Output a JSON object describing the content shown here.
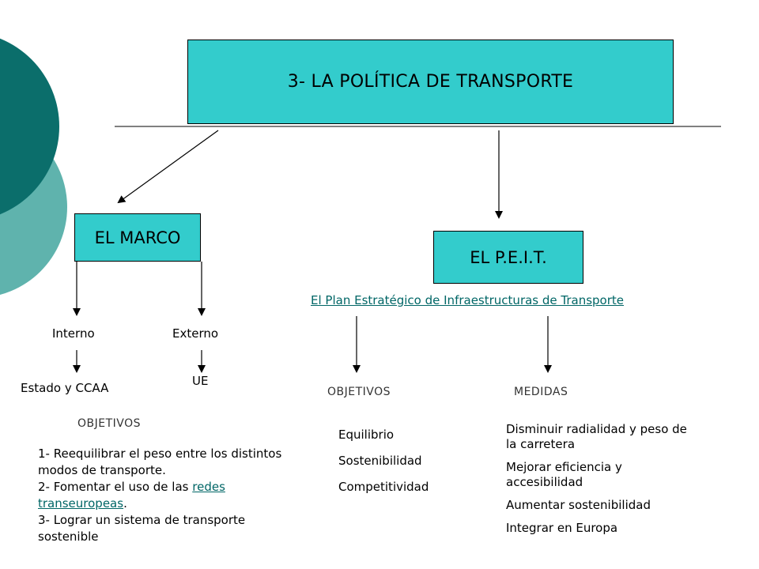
{
  "colors": {
    "box_fill": "#33cccc",
    "circle_dark": "#0b6e6b",
    "circle_light": "#5fb3ad",
    "link": "#006666"
  },
  "title": "3- LA POLÍTICA DE TRANSPORTE",
  "marco": {
    "label": "EL MARCO",
    "interno": "Interno",
    "externo": "Externo",
    "interno_sub": "Estado y CCAA",
    "externo_sub": "UE",
    "objetivos_label": "OBJETIVOS",
    "items": [
      {
        "before": "1- Reequilibrar el peso entre los distintos modos de transporte.",
        "link": "",
        "after": ""
      },
      {
        "before": "2- Fomentar el uso de las ",
        "link": "redes transeuropeas",
        "after": "."
      },
      {
        "before": "3- Lograr un sistema de transporte sostenible",
        "link": "",
        "after": ""
      }
    ]
  },
  "peit": {
    "label": "EL P.E.I.T.",
    "full_name": "El Plan Estratégico de Infraestructuras de Transporte",
    "objetivos_label": "OBJETIVOS",
    "objetivos": [
      "Equilibrio",
      "Sostenibilidad",
      "Competitividad"
    ],
    "medidas_label": "MEDIDAS",
    "medidas": [
      "Disminuir radialidad y peso de la carretera",
      "Mejorar eficiencia y accesibilidad",
      "Aumentar sostenibilidad",
      "Integrar en Europa"
    ]
  }
}
